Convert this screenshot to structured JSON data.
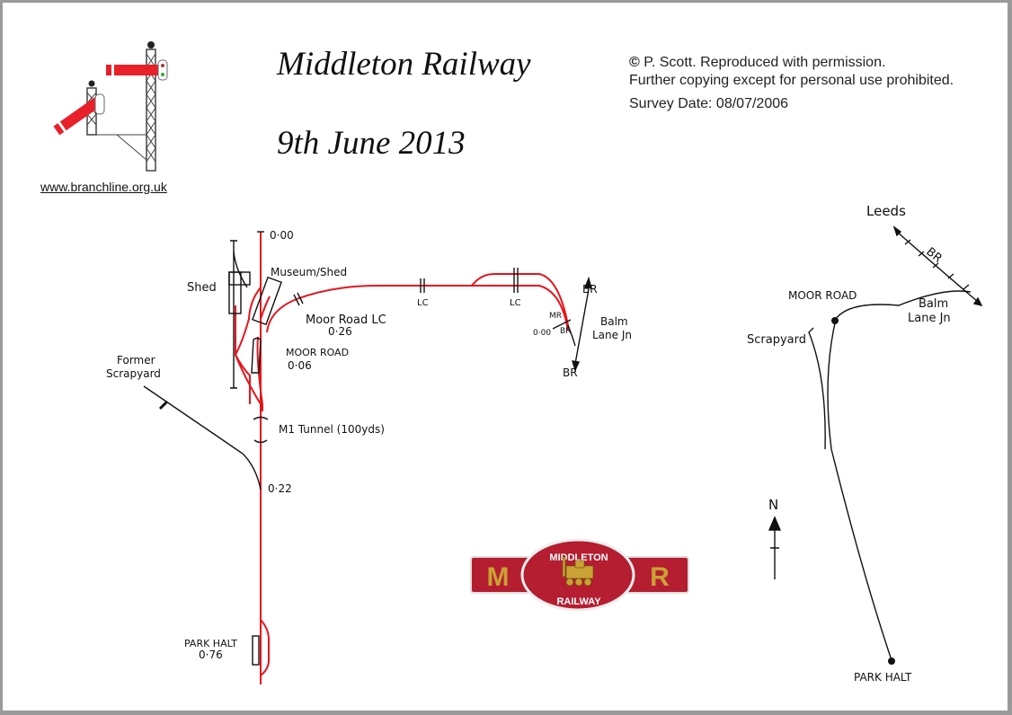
{
  "header": {
    "title": "Middleton Railway",
    "date": "9th June 2013",
    "copyright_symbol": "©",
    "copyright": "P. Scott. Reproduced with permission.",
    "notice": "Further copying except for personal use prohibited.",
    "survey": "Survey Date: 08/07/2006",
    "website": "www.branchline.org.uk"
  },
  "track_diagram": {
    "mileage_start": "0·00",
    "shed": "Shed",
    "museum_shed": "Museum/Shed",
    "moor_road_lc": "Moor Road LC",
    "moor_road_lc_mileage": "0·26",
    "moor_road": "MOOR ROAD",
    "moor_road_mileage": "0·06",
    "lc1": "LC",
    "lc2": "LC",
    "br_north": "BR",
    "br_south": "BR",
    "mr": "MR",
    "br_boundary": "BR",
    "boundary_mileage": "0·00",
    "balm": "Balm",
    "lane_jn": "Lane Jn",
    "m1_tunnel": "M1 Tunnel (100yds)",
    "former": "Former",
    "scrapyard": "Scrapyard",
    "junction_mileage": "0·22",
    "park_halt": "PARK HALT",
    "park_halt_mileage": "0·76"
  },
  "badge": {
    "left_letter": "M",
    "right_letter": "R",
    "top_text": "MIDDLETON",
    "bottom_text": "RAILWAY"
  },
  "location_map": {
    "leeds": "Leeds",
    "br": "BR",
    "moor_road": "MOOR ROAD",
    "balm": "Balm",
    "lane_jn": "Lane Jn",
    "scrapyard": "Scrapyard",
    "north": "N",
    "park_halt": "PARK HALT"
  },
  "colors": {
    "track": "#e8141c",
    "badge_red": "#b51d30",
    "badge_gold": "#c9a233"
  }
}
